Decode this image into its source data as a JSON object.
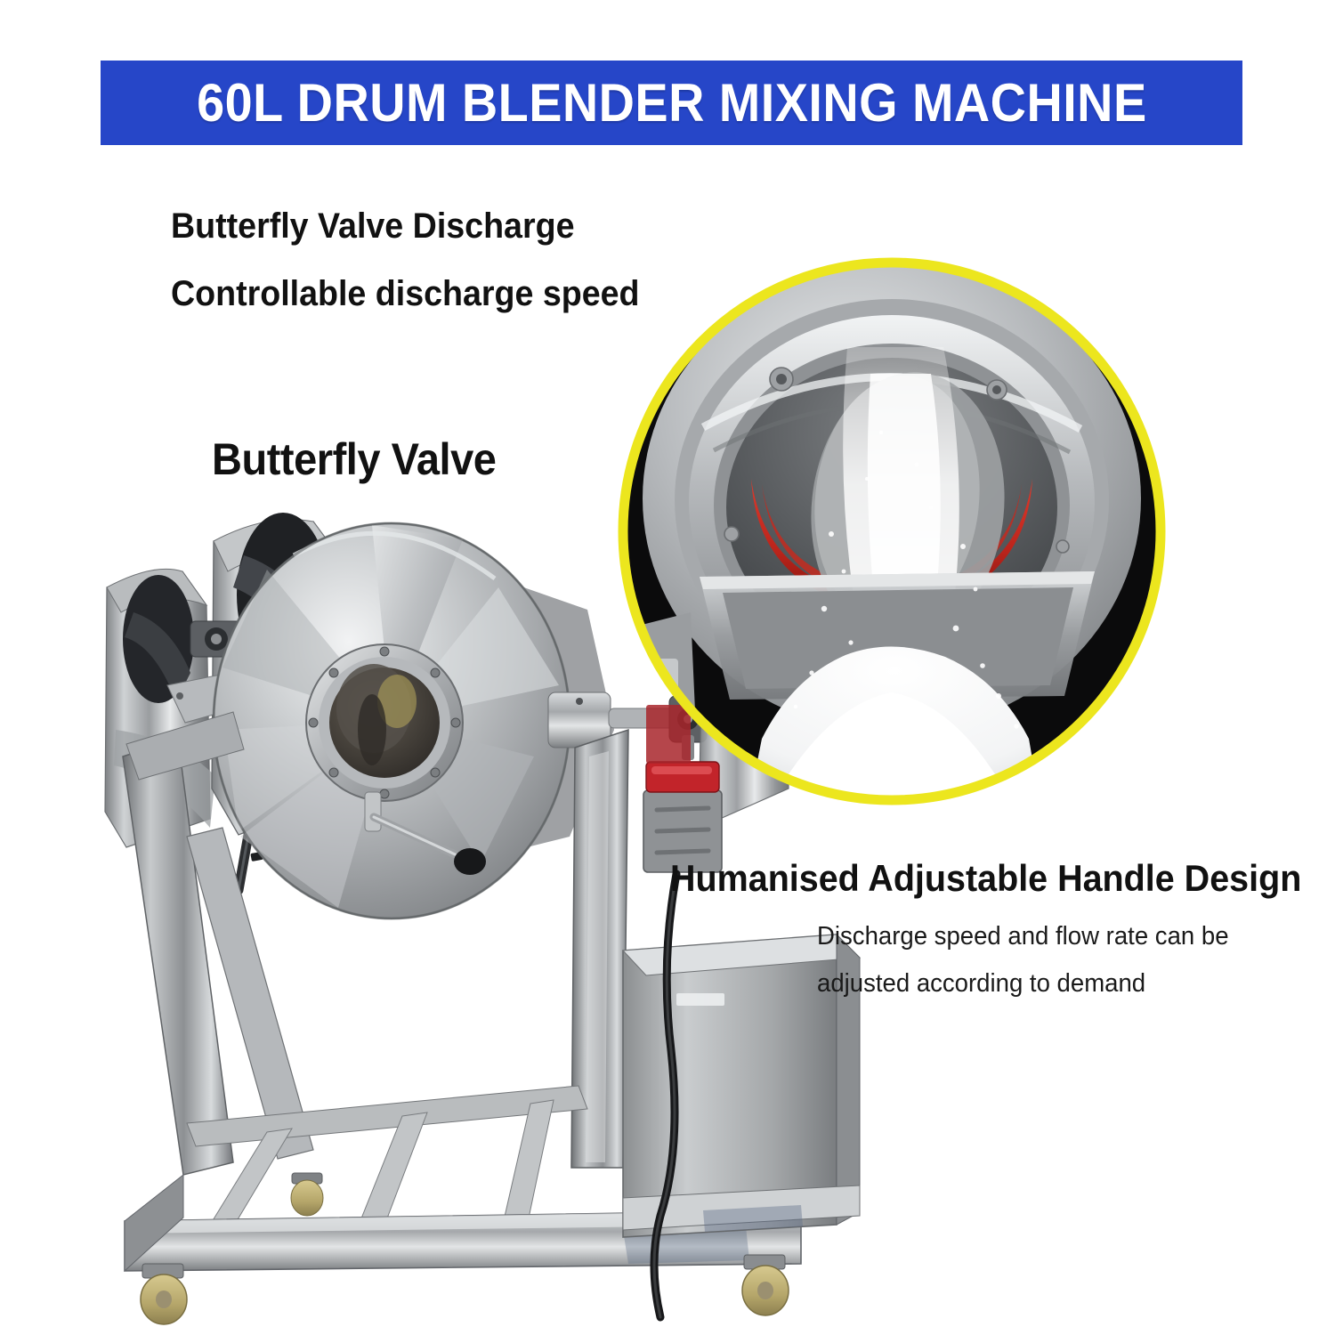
{
  "header": {
    "title": "60L DRUM BLENDER MIXING MACHINE",
    "banner_color": "#2646c8",
    "text_color": "#ffffff"
  },
  "callouts": {
    "top": {
      "line1": "Butterfly Valve Discharge",
      "line2": "Controllable discharge speed"
    },
    "valve_label": "Butterfly Valve",
    "handle": {
      "heading": "Humanised Adjustable Handle Design",
      "description_line1": "Discharge speed and flow rate can be",
      "description_line2": "adjusted according to demand"
    }
  },
  "imagery": {
    "main_photo": {
      "name": "drum-blender-machine-photo",
      "subject": "stainless steel 60L double-cone drum blender on wheeled stand",
      "parts": [
        "double-cone-drum",
        "butterfly-valve-lever",
        "chain-drive",
        "machine-stand",
        "base-frame",
        "casters",
        "motor-cabinet",
        "control-box",
        "red-switch-handle",
        "power-cable"
      ]
    },
    "inset_photo": {
      "name": "valve-discharge-inset-photo",
      "subject": "close-up of butterfly valve discharging white powder into a tray",
      "ring_color": "#ece61e",
      "accent_seal_color": "#b9241b"
    }
  },
  "colors": {
    "banner_blue": "#2646c8",
    "ring_yellow": "#ece61e",
    "text_black": "#111111",
    "background": "#ffffff",
    "seal_red": "#b9241b",
    "switch_red": "#c2242a",
    "stainless_steel": "#a6a9ac"
  }
}
